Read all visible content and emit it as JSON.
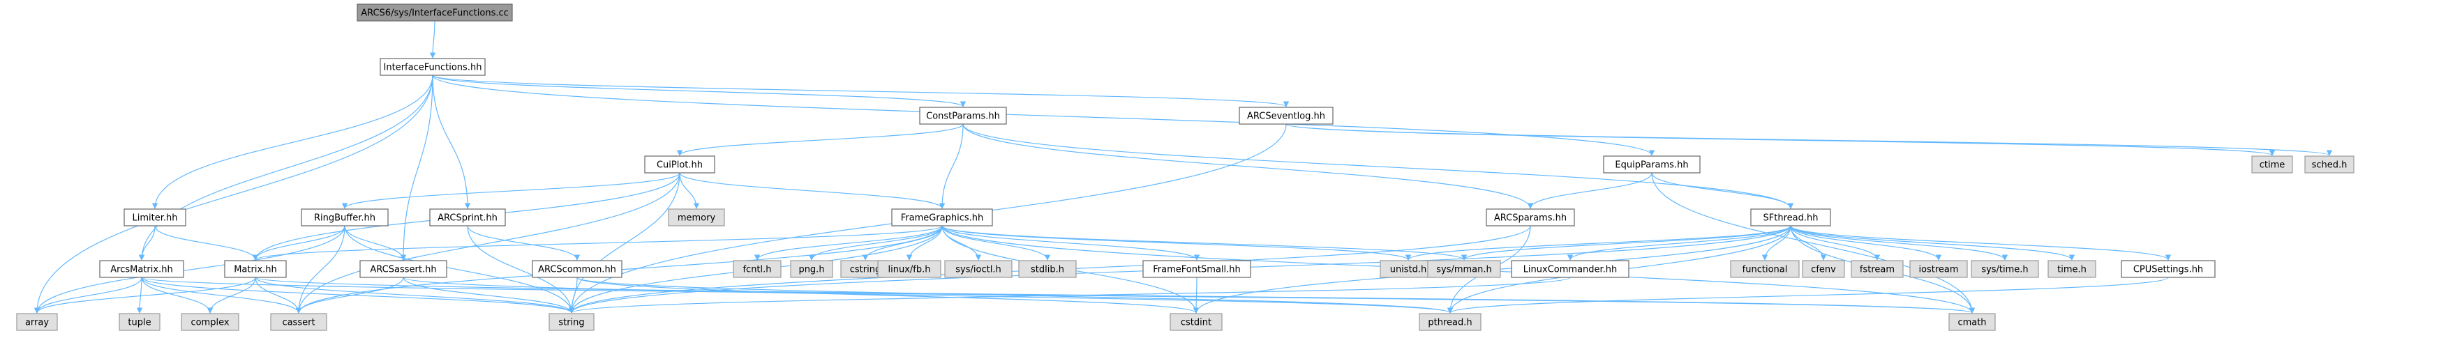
{
  "colors": {
    "edge": "#63b8ff",
    "local_fill": "#ffffff",
    "system_fill": "#e0e0e0",
    "root_fill": "#999999",
    "border": "#666666"
  },
  "nodes": {
    "root": "ARCS6/sys/InterfaceFunctions.cc",
    "interface": "InterfaceFunctions.hh",
    "constparams": "ConstParams.hh",
    "arcseventlog": "ARCSeventlog.hh",
    "ctime": "ctime",
    "sched": "sched.h",
    "cuiplot": "CuiPlot.hh",
    "equipparams": "EquipParams.hh",
    "limiter": "Limiter.hh",
    "ringbuffer": "RingBuffer.hh",
    "arcsprint": "ARCSprint.hh",
    "memory": "memory",
    "framegraphics": "FrameGraphics.hh",
    "arcsparams": "ARCSparams.hh",
    "sfthread": "SFthread.hh",
    "arcsmatrix": "ArcsMatrix.hh",
    "matrix": "Matrix.hh",
    "arcsassert": "ARCSassert.hh",
    "arcscommon": "ARCScommon.hh",
    "fcntl": "fcntl.h",
    "png": "png.h",
    "cstring": "cstring",
    "linuxfb": "linux/fb.h",
    "sysioctl": "sys/ioctl.h",
    "stdlib": "stdlib.h",
    "framefontsmall": "FrameFontSmall.hh",
    "unistd": "unistd.h",
    "sysmman": "sys/mman.h",
    "linuxcommander": "LinuxCommander.hh",
    "functional": "functional",
    "cfenv": "cfenv",
    "fstream": "fstream",
    "iostream": "iostream",
    "systime": "sys/time.h",
    "timeh": "time.h",
    "cpusettings": "CPUSettings.hh",
    "array": "array",
    "tuple": "tuple",
    "complex": "complex",
    "cassert": "cassert",
    "string": "string",
    "cstdint": "cstdint",
    "pthread": "pthread.h",
    "cmath": "cmath"
  }
}
